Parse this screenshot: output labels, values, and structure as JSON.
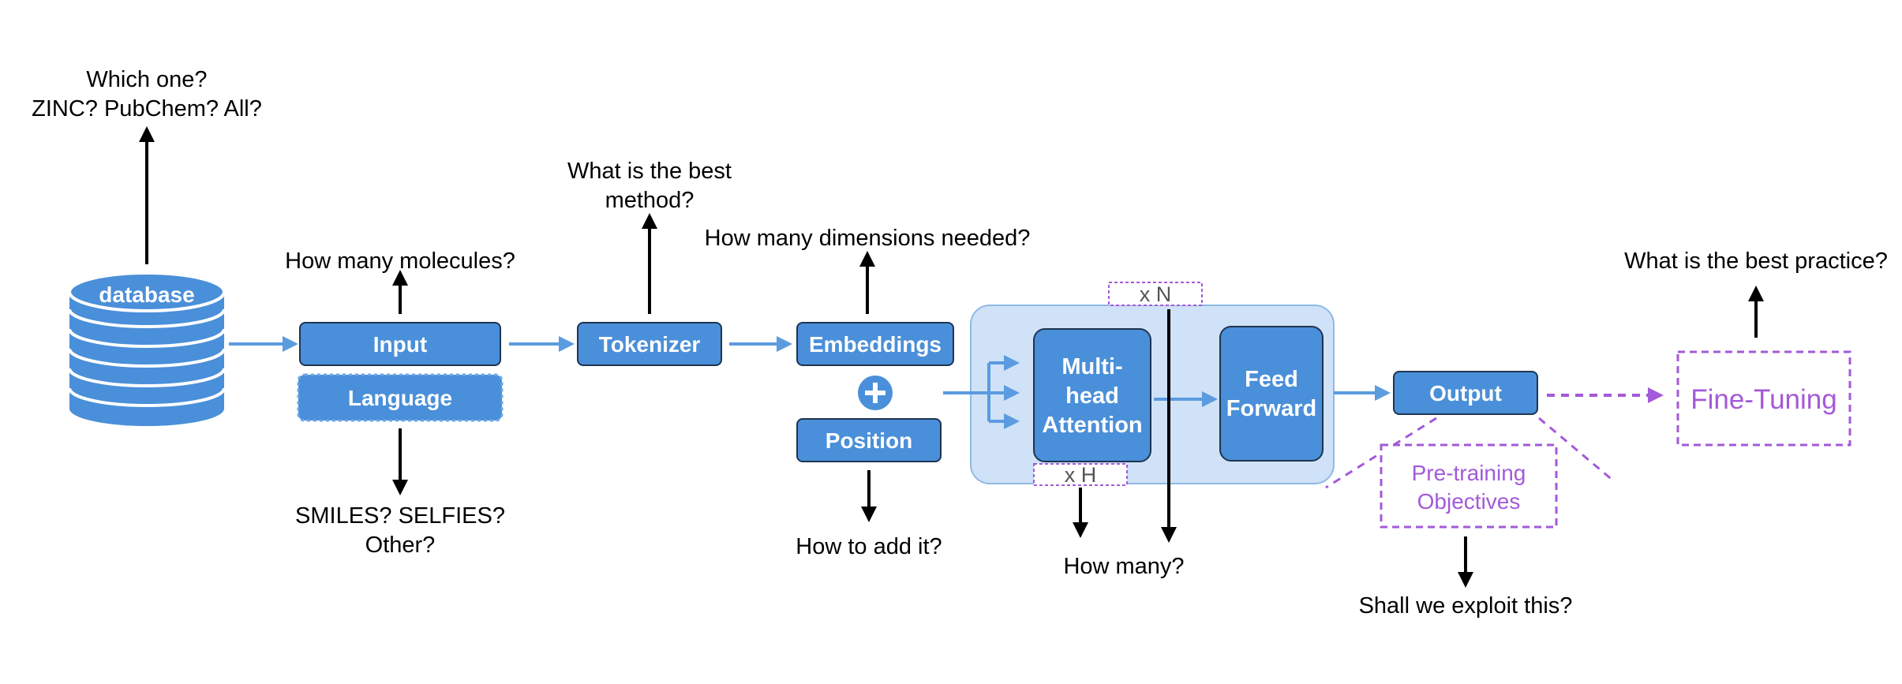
{
  "colors": {
    "box_fill": "#4a8fd9",
    "box_stroke": "#1f3550",
    "flow_arrow": "#5b9be0",
    "panel_fill": "#cfe2f7",
    "panel_stroke": "#8fb9e6",
    "purple": "#a35ad9",
    "text_black": "#000000"
  },
  "nodes": {
    "database": "database",
    "input": "Input",
    "language": "Language",
    "tokenizer": "Tokenizer",
    "embeddings": "Embeddings",
    "position": "Position",
    "attention": [
      "Multi-",
      "head",
      "Attention"
    ],
    "feed_forward": [
      "Feed",
      "Forward"
    ],
    "output": "Output",
    "pretraining": [
      "Pre-training",
      "Objectives"
    ],
    "finetuning": "Fine-Tuning",
    "times_n": "x N",
    "times_h": "x H"
  },
  "questions": {
    "database": [
      "Which one?",
      "ZINC? PubChem? All?"
    ],
    "input": "How many molecules?",
    "language": [
      "SMILES? SELFIES?",
      "Other?"
    ],
    "tokenizer": [
      "What is the best",
      "method?"
    ],
    "embeddings": "How many dimensions needed?",
    "position": "How to add it?",
    "layers": "How many?",
    "pretraining": "Shall we exploit this?",
    "finetuning": "What is the best practice?"
  },
  "icons": {
    "plus": "plus-circle-icon",
    "database": "database-cylinder-icon"
  }
}
